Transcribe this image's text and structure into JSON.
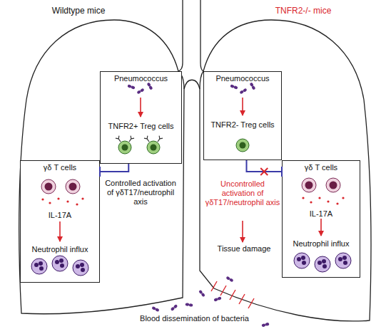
{
  "diagram": {
    "nodes": [
      {
        "text": [
          "Wildtype mice"
        ]
      },
      {
        "text": [
          "Pneumococcus",
          "TNFR2+ Treg cells"
        ],
        "in": 0
      },
      {
        "text": [
          "γδ T cells",
          "IL-17A",
          "Neutrophil influx"
        ],
        "in": 0
      },
      {
        "text": [
          "TNFR2-/- mice"
        ]
      },
      {
        "text": [
          "Pneumococcus",
          "TNFR2- Treg cells"
        ],
        "in": 3
      },
      {
        "text": [
          "γδ T cells",
          "IL-17A",
          "Neutrophil influx"
        ],
        "in": 3
      }
    ],
    "edges": [
      {
        "from": 1,
        "to": 2,
        "arrow": "to"
      },
      {
        "from": 4,
        "to": 5,
        "arrow": "to"
      }
    ],
    "labels": [
      "Controlled activation of γδT17/neutrophil axis",
      "Uncontrolled activation of γδT17/neutrophil axis",
      "Tissue damage",
      "Blood dissemination of bacteria"
    ]
  }
}
